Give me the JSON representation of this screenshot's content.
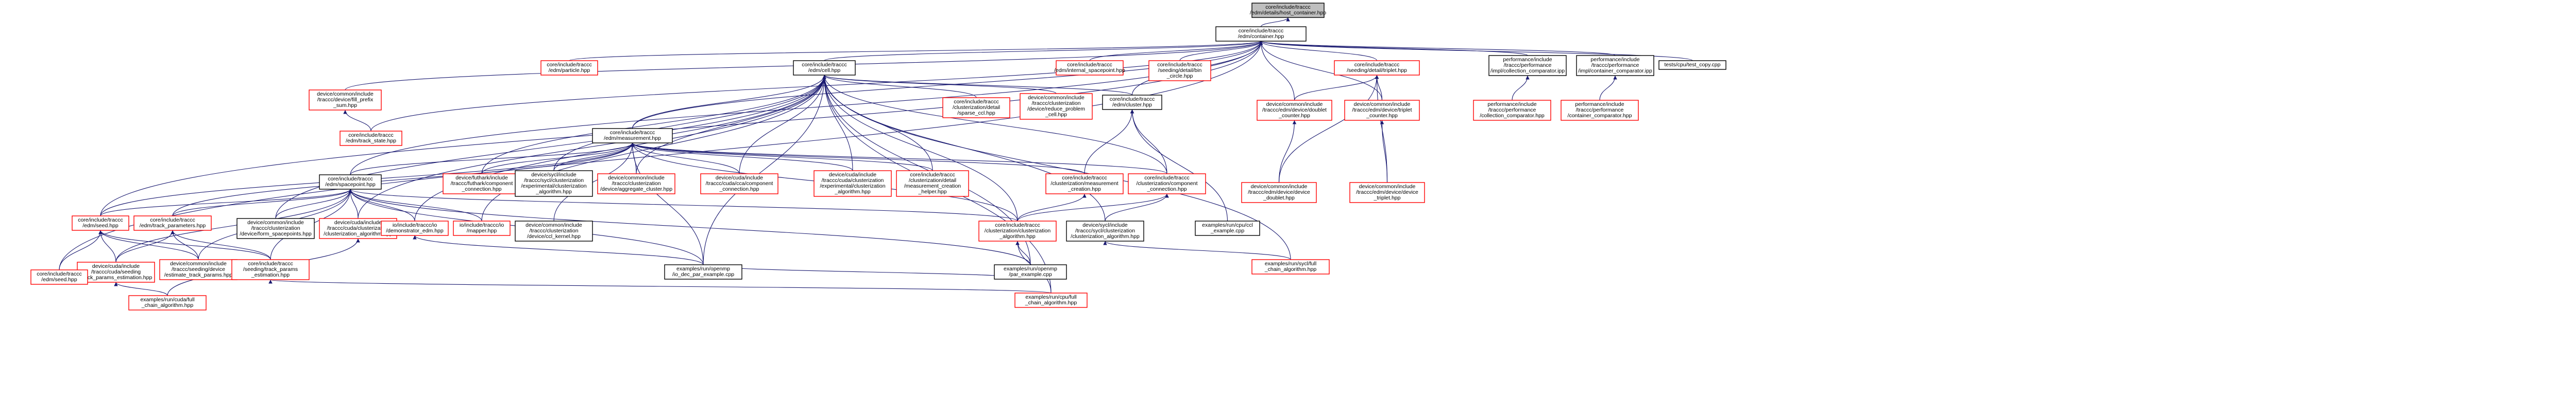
{
  "colors": {
    "edge": "#191970",
    "root_fill": "#bfbfbf",
    "root_border": "#000000",
    "normal_border": "#000000",
    "red_border": "#ff0000",
    "text": "#000000"
  },
  "nodes": [
    {
      "id": "root",
      "lines": [
        "core/include/traccc",
        "/edm/details/host_container.hpp"
      ],
      "kind": "root"
    },
    {
      "id": "container",
      "lines": [
        "core/include/traccc",
        "/edm/container.hpp"
      ],
      "kind": "normal"
    },
    {
      "id": "particle",
      "lines": [
        "core/include/traccc",
        "/edm/particle.hpp"
      ],
      "kind": "red"
    },
    {
      "id": "cell",
      "lines": [
        "core/include/traccc",
        "/edm/cell.hpp"
      ],
      "kind": "normal"
    },
    {
      "id": "internal_sp",
      "lines": [
        "core/include/traccc",
        "/edm/internal_spacepoint.hpp"
      ],
      "kind": "red"
    },
    {
      "id": "bin_circle",
      "lines": [
        "core/include/traccc",
        "/seeding/detail/bin",
        "_circle.hpp"
      ],
      "kind": "red"
    },
    {
      "id": "triplet",
      "lines": [
        "core/include/traccc",
        "/seeding/detail/triplet.hpp"
      ],
      "kind": "red"
    },
    {
      "id": "perf_coll",
      "lines": [
        "performance/include",
        "/traccc/performance",
        "/impl/collection_comparator.ipp"
      ],
      "kind": "normal"
    },
    {
      "id": "perf_cont",
      "lines": [
        "performance/include",
        "/traccc/performance",
        "/impl/container_comparator.ipp"
      ],
      "kind": "normal"
    },
    {
      "id": "test_copy",
      "lines": [
        "tests/cpu/test_copy.cpp"
      ],
      "kind": "normal"
    },
    {
      "id": "fill_prefix",
      "lines": [
        "device/common/include",
        "/traccc/device/fill_prefix",
        "_sum.hpp"
      ],
      "kind": "red"
    },
    {
      "id": "track_state",
      "lines": [
        "core/include/traccc",
        "/edm/track_state.hpp"
      ],
      "kind": "red"
    },
    {
      "id": "measurement",
      "lines": [
        "core/include/traccc",
        "/edm/measurement.hpp"
      ],
      "kind": "normal"
    },
    {
      "id": "sparse_ccl",
      "lines": [
        "core/include/traccc",
        "/clusterization/detail",
        "/sparse_ccl.hpp"
      ],
      "kind": "red"
    },
    {
      "id": "reduce_problem",
      "lines": [
        "device/common/include",
        "/traccc/clusterization",
        "/device/reduce_problem",
        "_cell.hpp"
      ],
      "kind": "red"
    },
    {
      "id": "cluster",
      "lines": [
        "core/include/traccc",
        "/edm/cluster.hpp"
      ],
      "kind": "normal"
    },
    {
      "id": "dev_doublet_counter",
      "lines": [
        "device/common/include",
        "/traccc/edm/device/doublet",
        "_counter.hpp"
      ],
      "kind": "red"
    },
    {
      "id": "dev_triplet_counter",
      "lines": [
        "device/common/include",
        "/traccc/edm/device/triplet",
        "_counter.hpp"
      ],
      "kind": "red"
    },
    {
      "id": "perf_coll_hpp",
      "lines": [
        "performance/include",
        "/traccc/performance",
        "/collection_comparator.hpp"
      ],
      "kind": "red"
    },
    {
      "id": "perf_cont_hpp",
      "lines": [
        "performance/include",
        "/traccc/performance",
        "/container_comparator.hpp"
      ],
      "kind": "red"
    },
    {
      "id": "spacepoint",
      "lines": [
        "core/include/traccc",
        "/edm/spacepoint.hpp"
      ],
      "kind": "normal"
    },
    {
      "id": "futhark_comp",
      "lines": [
        "device/futhark/include",
        "/traccc/futhark/component",
        "_connection.hpp"
      ],
      "kind": "red"
    },
    {
      "id": "sycl_exp",
      "lines": [
        "device/sycl/include",
        "/traccc/sycl/clusterization",
        "/experimental/clusterization",
        "_algorithm.hpp"
      ],
      "kind": "normal"
    },
    {
      "id": "agg_cluster",
      "lines": [
        "device/common/include",
        "/traccc/clusterization",
        "/device/aggregate_cluster.hpp"
      ],
      "kind": "red"
    },
    {
      "id": "cuda_cc",
      "lines": [
        "device/cuda/include",
        "/traccc/cuda/cca/component",
        "_connection.hpp"
      ],
      "kind": "red"
    },
    {
      "id": "cuda_exp",
      "lines": [
        "device/cuda/include",
        "/traccc/cuda/clusterization",
        "/experimental/clusterization",
        "_algorithm.hpp"
      ],
      "kind": "red"
    },
    {
      "id": "meas_helper",
      "lines": [
        "core/include/traccc",
        "/clusterization/detail",
        "/measurement_creation",
        "_helper.hpp"
      ],
      "kind": "red"
    },
    {
      "id": "meas_creation",
      "lines": [
        "core/include/traccc",
        "/clusterization/measurement",
        "_creation.hpp"
      ],
      "kind": "red"
    },
    {
      "id": "comp_conn",
      "lines": [
        "core/include/traccc",
        "/clusterization/component",
        "_connection.hpp"
      ],
      "kind": "red"
    },
    {
      "id": "dev_doublet",
      "lines": [
        "device/common/include",
        "/traccc/edm/device/device",
        "_doublet.hpp"
      ],
      "kind": "red"
    },
    {
      "id": "dev_triplet",
      "lines": [
        "device/common/include",
        "/traccc/edm/device/device",
        "_triplet.hpp"
      ],
      "kind": "red"
    },
    {
      "id": "seed",
      "lines": [
        "core/include/traccc",
        "/edm/seed.hpp"
      ],
      "kind": "red"
    },
    {
      "id": "track_params",
      "lines": [
        "core/include/traccc",
        "/edm/track_parameters.hpp"
      ],
      "kind": "red"
    },
    {
      "id": "form_sp",
      "lines": [
        "device/common/include",
        "/traccc/clusterization",
        "/device/form_spacepoints.hpp"
      ],
      "kind": "normal"
    },
    {
      "id": "cuda_clus_alg",
      "lines": [
        "device/cuda/include",
        "/traccc/cuda/clusterization",
        "/clusterization_algorithm.hpp"
      ],
      "kind": "red"
    },
    {
      "id": "demonstrator",
      "lines": [
        "io/include/traccc/io",
        "/demonstrator_edm.hpp"
      ],
      "kind": "red"
    },
    {
      "id": "mapper",
      "lines": [
        "io/include/traccc/io",
        "/mapper.hpp"
      ],
      "kind": "red"
    },
    {
      "id": "ccl_kernel",
      "lines": [
        "device/common/include",
        "/traccc/clusterization",
        "/device/ccl_kernel.hpp"
      ],
      "kind": "normal"
    },
    {
      "id": "clus_alg",
      "lines": [
        "core/include/traccc",
        "/clusterization/clusterization",
        "_algorithm.hpp"
      ],
      "kind": "red"
    },
    {
      "id": "sycl_clus_alg",
      "lines": [
        "device/sycl/include",
        "/traccc/sycl/clusterization",
        "/clusterization_algorithm.hpp"
      ],
      "kind": "normal"
    },
    {
      "id": "cpu_example",
      "lines": [
        "examples/run/cpu/ccl",
        "_example.cpp"
      ],
      "kind": "normal"
    },
    {
      "id": "seeding_est",
      "lines": [
        "device/common/include",
        "/traccc/seeding/device",
        "/estimate_track_params.hpp"
      ],
      "kind": "red"
    },
    {
      "id": "seeding_track",
      "lines": [
        "core/include/traccc",
        "/seeding/track_params",
        "_estimation.hpp"
      ],
      "kind": "red"
    },
    {
      "id": "cuda_seed_est",
      "lines": [
        "device/cuda/include",
        "/traccc/cuda/seeding",
        "/track_params_estimation.hpp"
      ],
      "kind": "red"
    },
    {
      "id": "seed_hpp",
      "lines": [
        "core/include/traccc",
        "/edm/seed.hpp"
      ],
      "kind": "red"
    },
    {
      "id": "openmp_io",
      "lines": [
        "examples/run/openmp",
        "/io_dec_par_example.cpp"
      ],
      "kind": "normal"
    },
    {
      "id": "openmp_par",
      "lines": [
        "examples/run/openmp",
        "/par_example.cpp"
      ],
      "kind": "normal"
    },
    {
      "id": "sycl_full",
      "lines": [
        "examples/run/sycl/full",
        "_chain_algorithm.hpp"
      ],
      "kind": "red"
    },
    {
      "id": "cuda_full",
      "lines": [
        "examples/run/cuda/full",
        "_chain_algorithm.hpp"
      ],
      "kind": "red"
    },
    {
      "id": "cpu_full",
      "lines": [
        "examples/run/cpu/full",
        "_chain_algorithm.hpp"
      ],
      "kind": "red"
    }
  ]
}
